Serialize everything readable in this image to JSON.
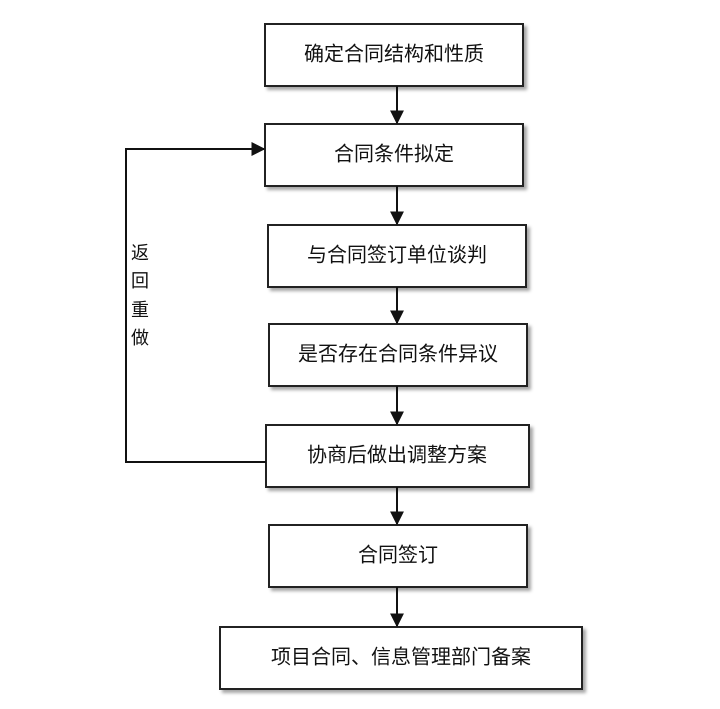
{
  "flow": {
    "steps": [
      "确定合同结构和性质",
      "合同条件拟定",
      "与合同签订单位谈判",
      "是否存在合同条件异议",
      "协商后做出调整方案",
      "合同签订",
      "项目合同、信息管理部门备案"
    ],
    "loop_label": "返回重做"
  }
}
